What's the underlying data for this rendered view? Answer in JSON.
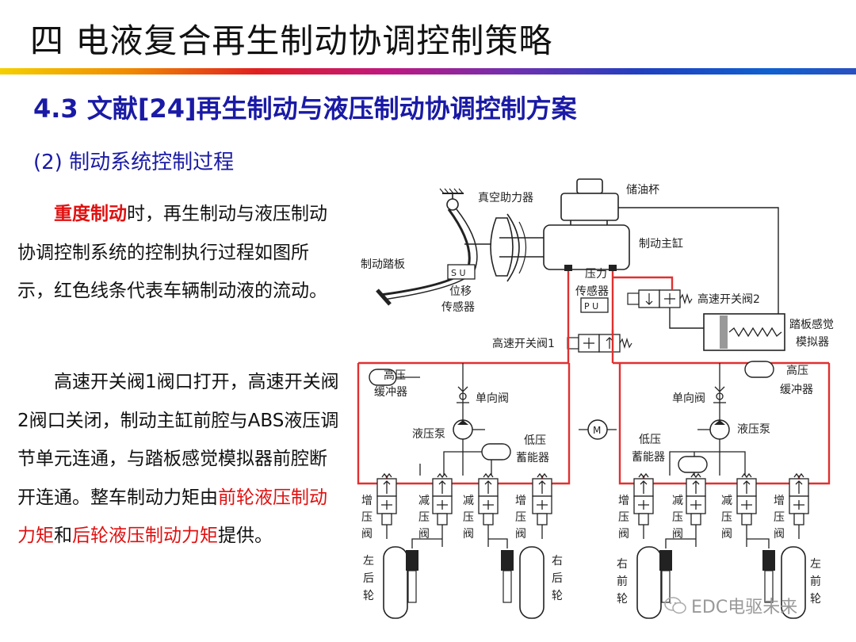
{
  "header": {
    "title": "四  电液复合再生制动协调控制策略",
    "section": "4.3 文献[24]再生制动与液压制动协调控制方案",
    "subsection": "(2) 制动系统控制过程"
  },
  "body": {
    "p1_hl": "重度制动",
    "p1_rest": "时，再生制动与液压制动协调控制系统的控制执行过程如图所示，红色线条代表车辆制动液的流动。",
    "p2_a": "高速开关阀1阀口打开，高速开关阀2阀口关闭，制动主缸前腔与ABS液压调节单元连通，与踏板感觉模拟器前腔断开连通。整车制动力矩由",
    "p2_hl1": "前轮液压制动力矩",
    "p2_mid": "和",
    "p2_hl2": "后轮液压制动力矩",
    "p2_end": "提供。"
  },
  "diagram": {
    "vacuum_booster": "真空助力器",
    "reservoir": "储油杯",
    "master_cylinder": "制动主缸",
    "brake_pedal": "制动踏板",
    "sensor_su": "S U",
    "displacement_sensor_l1": "位移",
    "displacement_sensor_l2": "传感器",
    "pressure_sensor_l1": "压力",
    "pressure_sensor_l2": "传感器",
    "sensor_pu": "P U",
    "valve2": "高速开关阀2",
    "valve1": "高速开关阀1",
    "simulator_l1": "踏板感觉",
    "simulator_l2": "模拟器",
    "hp_acc_l1": "高压",
    "hp_acc_l2": "缓冲器",
    "check_valve": "单向阀",
    "pump": "液压泵",
    "lp_acc_l1": "低压",
    "lp_acc_l2": "蓄能器",
    "motor": "M",
    "inc": [
      "增",
      "压",
      "阀"
    ],
    "dec": [
      "减",
      "压",
      "阀"
    ],
    "wheel_rl": [
      "左",
      "后",
      "轮"
    ],
    "wheel_rr": [
      "右",
      "后",
      "轮"
    ],
    "wheel_fr": [
      "右",
      "前",
      "轮"
    ],
    "wheel_fl": [
      "左",
      "前",
      "轮"
    ]
  },
  "watermark": "EDC电驱未来",
  "colors": {
    "title_blue": "#1a1aa6",
    "highlight_red": "#e01010",
    "line_red": "#e03030"
  }
}
